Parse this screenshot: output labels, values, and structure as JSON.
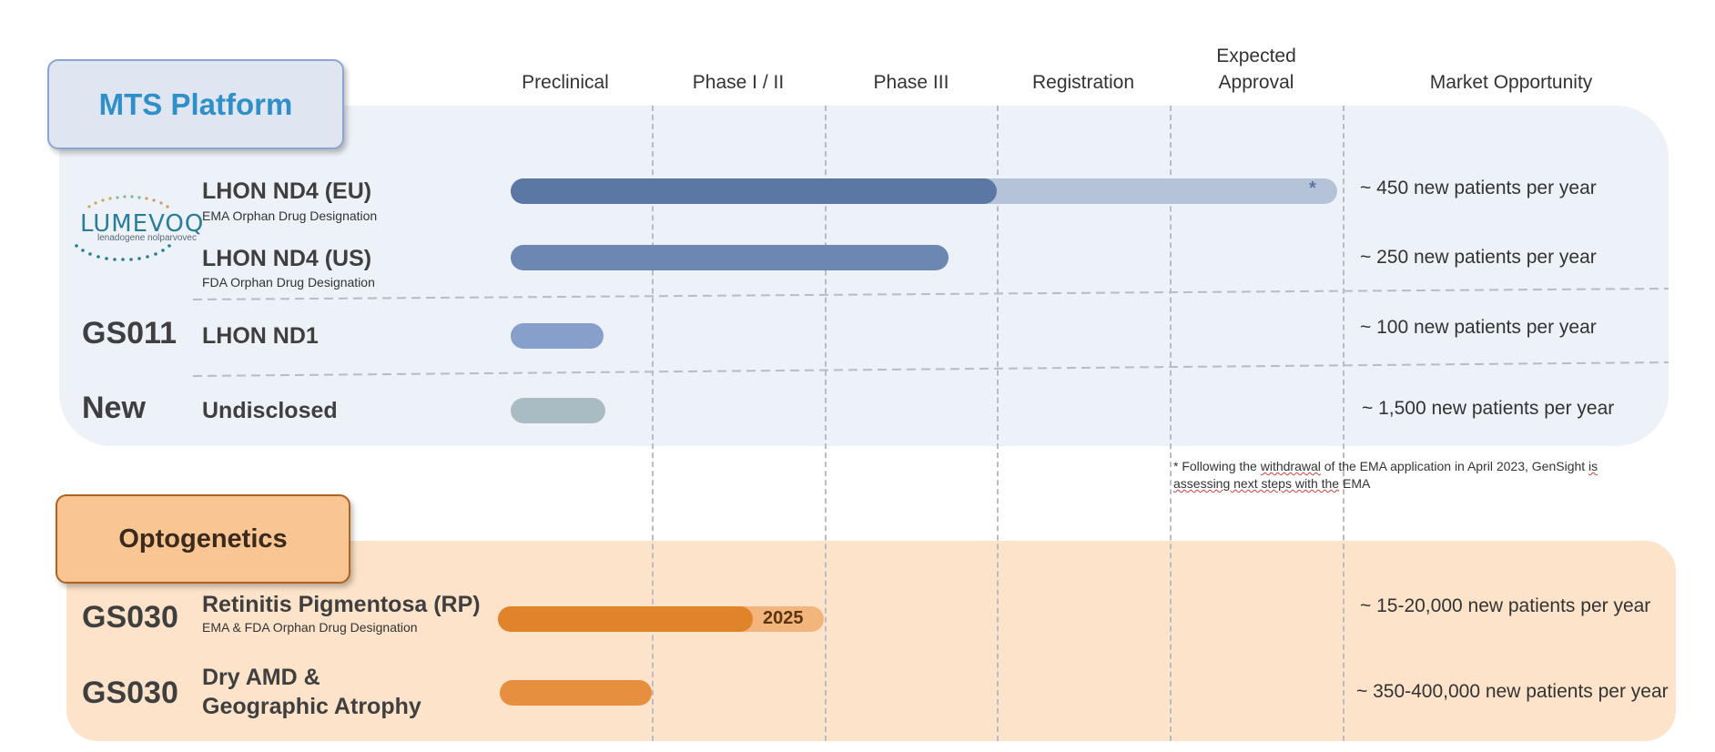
{
  "columns": {
    "preclinical": "Preclinical",
    "phase12": "Phase I / II",
    "phase3": "Phase III",
    "registration": "Registration",
    "expected_line1": "Expected",
    "expected_line2": "Approval",
    "market": "Market Opportunity"
  },
  "sections": {
    "mts": "MTS Platform",
    "opto": "Optogenetics"
  },
  "logo": {
    "name": "LUMEVOQ",
    "sub": "lenadogene nolparvovec"
  },
  "programs": {
    "lhon_eu": {
      "name": "LHON ND4 (EU)",
      "sub": "EMA Orphan Drug Designation",
      "market": "~ 450 new patients per year",
      "marker": "*"
    },
    "lhon_us": {
      "name": "LHON ND4 (US)",
      "sub": "FDA Orphan Drug Designation",
      "market": "~ 250 new patients per year"
    },
    "gs011": {
      "code": "GS011",
      "name": "LHON ND1",
      "market": "~ 100 new patients per year"
    },
    "new": {
      "code": "New",
      "name": "Undisclosed",
      "market": "~ 1,500 new patients per year"
    },
    "rp": {
      "code": "GS030",
      "name": "Retinitis Pigmentosa (RP)",
      "sub": "EMA & FDA Orphan Drug Designation",
      "market": "~ 15-20,000 new patients per year",
      "milestone": "2025"
    },
    "amd": {
      "code": "GS030",
      "name_line1": "Dry AMD &",
      "name_line2": "Geographic Atrophy",
      "market": "~ 350-400,000 new patients per year"
    }
  },
  "note": {
    "p1": "* Following the ",
    "w1": "withdrawal",
    "p2": " of the EMA application in April 2023, GenSight ",
    "w2": "is",
    "p3": " ",
    "w3": "assessing next steps with the",
    "p4": " EMA"
  },
  "colors": {
    "lhon_eu_done": "#5b77a4",
    "lhon_eu_pending": "#b5c3d9",
    "lhon_us": "#6c87b2",
    "gs011": "#86a0cb",
    "new": "#a9bcc4",
    "rp_done": "#e0832a",
    "rp_pending": "#f3b57c",
    "amd": "#e58f3f",
    "mts_title": "#2e8fc9"
  }
}
